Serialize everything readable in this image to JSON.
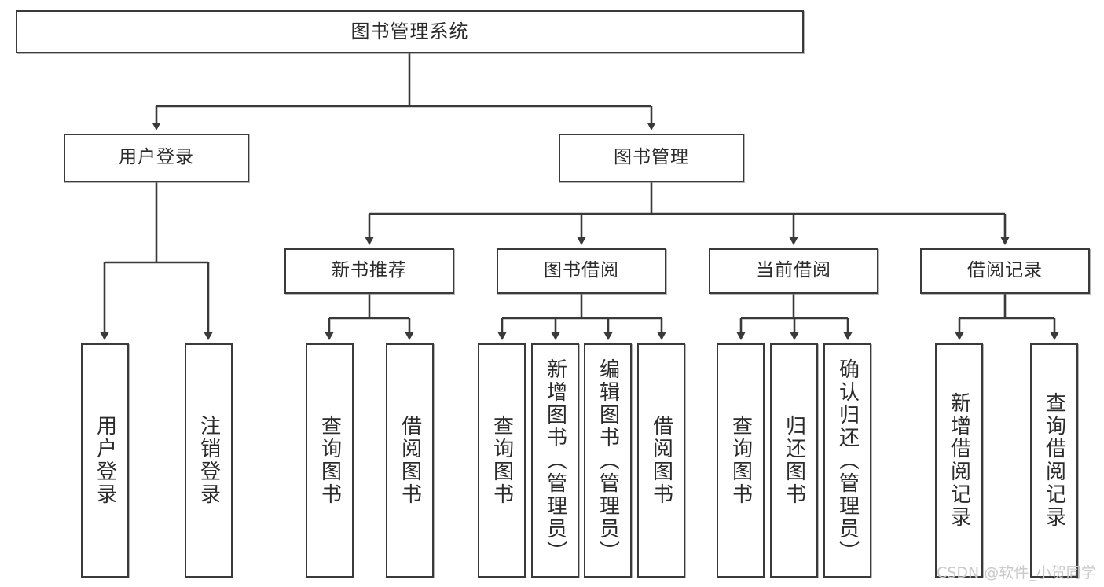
{
  "diagram": {
    "title": "图书管理系统",
    "type": "tree-hierarchy",
    "colors": {
      "box_border": "#3a3a3a",
      "box_fill": "#ffffff",
      "edge": "#3a3a3a",
      "text": "#2b2b2b",
      "watermark": "#c9c9c9"
    },
    "root": {
      "label": "图书管理系统"
    },
    "level2": [
      {
        "label": "用户登录"
      },
      {
        "label": "图书管理"
      }
    ],
    "level3": [
      {
        "label": "新书推荐"
      },
      {
        "label": "图书借阅"
      },
      {
        "label": "当前借阅"
      },
      {
        "label": "借阅记录"
      }
    ],
    "leaves": {
      "user_login": [
        {
          "label": "用户登录"
        },
        {
          "label": "注销登录"
        }
      ],
      "new_book_recommend": [
        {
          "label": "查询图书"
        },
        {
          "label": "借阅图书"
        }
      ],
      "book_borrow": [
        {
          "label": "查询图书"
        },
        {
          "label": "新增图书（管理员）"
        },
        {
          "label": "编辑图书（管理员）"
        },
        {
          "label": "借阅图书"
        }
      ],
      "current_borrow": [
        {
          "label": "查询图书"
        },
        {
          "label": "归还图书"
        },
        {
          "label": "确认归还（管理员）"
        }
      ],
      "borrow_records": [
        {
          "label": "新增借阅记录"
        },
        {
          "label": "查询借阅记录"
        }
      ]
    }
  },
  "watermark": {
    "text": "CSDN @软件_小贺同学"
  }
}
